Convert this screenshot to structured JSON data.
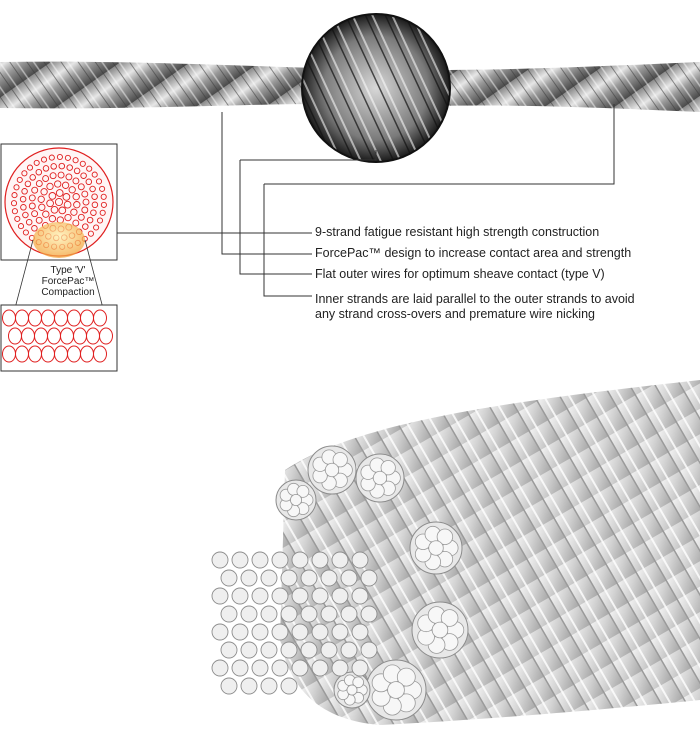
{
  "callouts": [
    "9-strand fatigue resistant high strength construction",
    "ForcePac™ design to increase contact area and strength",
    "Flat outer wires for optimum sheave contact (type V)",
    "Inner strands are laid parallel to the outer strands to avoid",
    "any strand cross-overs and premature wire nicking"
  ],
  "inset": {
    "label_lines": [
      "Type 'V'",
      "ForcePac™",
      "Compaction"
    ]
  },
  "colors": {
    "wire_outline": "#e02020",
    "highlight": "#f7c54a",
    "rope_dark": "#555555",
    "rope_light": "#cfcfcf",
    "leader": "#333333"
  }
}
